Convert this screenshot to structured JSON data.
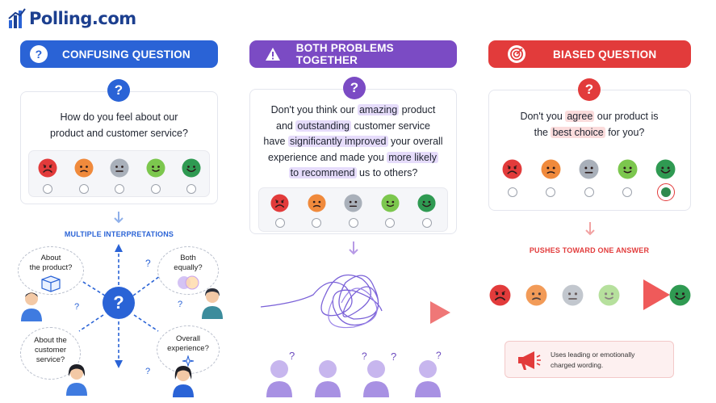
{
  "brand": {
    "name": "Polling.com"
  },
  "colors": {
    "blue": "#2a63d6",
    "purple": "#7b4bc4",
    "red": "#e23b3b",
    "green": "#2f8a4d"
  },
  "panels": {
    "confusing": {
      "title": "CONFUSING QUESTION",
      "question_line1": "How do you feel about our",
      "question_line2": "product and customer service?",
      "caption": "MULTIPLE INTERPRETATIONS",
      "bubbles": {
        "product": [
          "About",
          "the product?"
        ],
        "both": [
          "Both",
          "equally?"
        ],
        "service": [
          "About the",
          "customer",
          "service?"
        ],
        "overall": [
          "Overall",
          "experience?"
        ]
      }
    },
    "both": {
      "title": "BOTH PROBLEMS TOGETHER",
      "q": {
        "l1a": "Don't you think our ",
        "l1b": "amazing",
        "l1c": " product",
        "l2a": "and ",
        "l2b": "outstanding",
        "l2c": " customer service",
        "l3a": "have ",
        "l3b": "significantly improved",
        "l3c": " your overall",
        "l4a": "experience and made you ",
        "l4b": "more likely",
        "l5a": "to recommend",
        "l5b": " us to others?"
      }
    },
    "biased": {
      "title": "BIASED QUESTION",
      "q": {
        "l1a": "Don't you ",
        "l1b": "agree",
        "l1c": " our product is",
        "l2a": "the ",
        "l2b": "best choice",
        "l2c": " for you?"
      },
      "caption": "PUSHES TOWARD ONE ANSWER",
      "note_line1": "Uses leading or emotionally",
      "note_line2": "charged wording."
    }
  },
  "icons": [
    "question-mark-icon",
    "warning-icon",
    "target-icon",
    "megaphone-icon",
    "box-icon",
    "venn-icon",
    "sparkle-icon",
    "arrow-down-icon"
  ],
  "rating_faces": [
    "very-unhappy",
    "unhappy",
    "neutral",
    "happy",
    "very-happy"
  ],
  "biased_selected_index": 4
}
